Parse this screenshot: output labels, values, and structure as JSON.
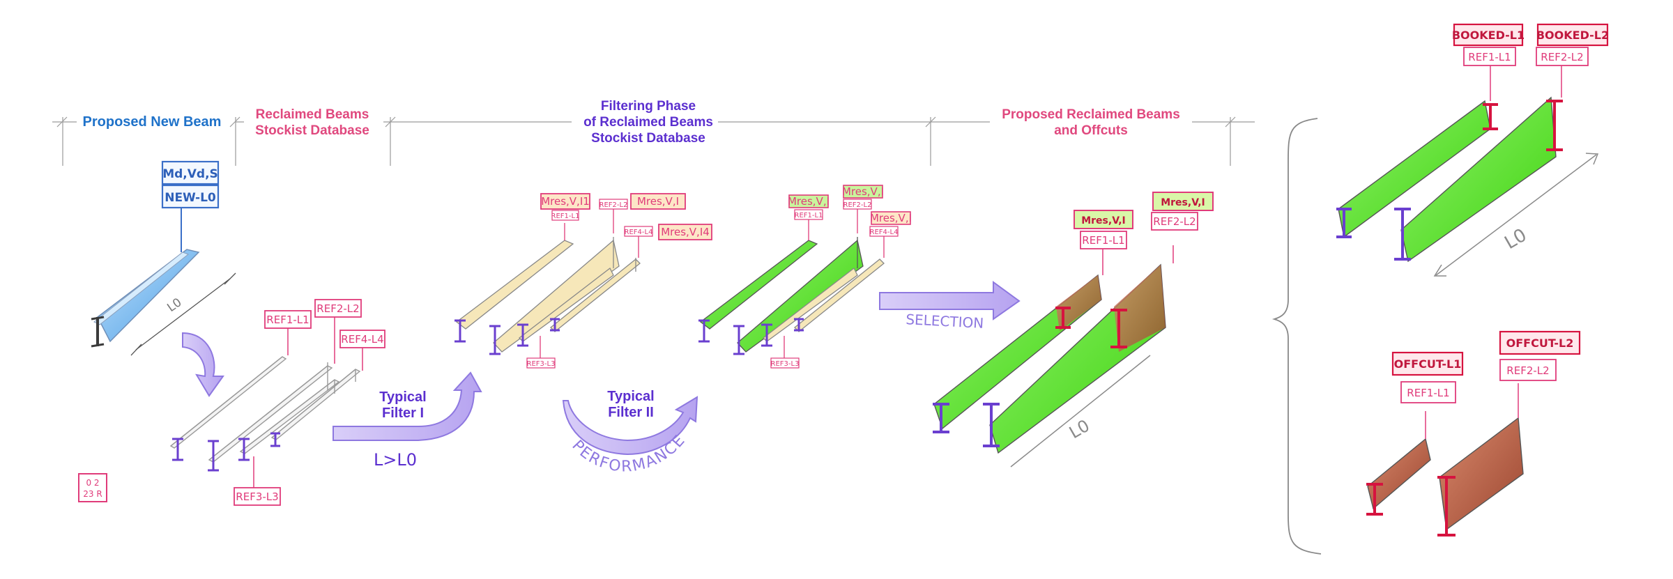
{
  "headers": {
    "proposed_new_beam": "Proposed New Beam",
    "reclaimed_db_line1": "Reclaimed Beams",
    "reclaimed_db_line2": "Stockist Database",
    "filtering_line1": "Filtering Phase",
    "filtering_line2": "of Reclaimed Beams",
    "filtering_line3": "Stockist Database",
    "proposed_reclaimed_line1": "Proposed Reclaimed Beams",
    "proposed_reclaimed_line2": "and Offcuts"
  },
  "new_beam": {
    "tag_top": "Md,Vd,S",
    "tag_bottom": "NEW-L0",
    "length_label": "L0"
  },
  "database_refs": {
    "ref1": "REF1-L1",
    "ref2": "REF2-L2",
    "ref3": "REF3-L3",
    "ref4": "REF4-L4"
  },
  "filter1": {
    "label_line1": "Typical",
    "label_line2": "Filter I",
    "condition": "L>L0"
  },
  "filter2": {
    "label_line1": "Typical",
    "label_line2": "Filter II",
    "arc_text": "PERFORMANCE"
  },
  "phase_tags": {
    "mres1": "Mres,V,I1",
    "mres": "Mres,V,I",
    "mres4": "Mres,V,I4",
    "ref1": "REF1-L1",
    "ref2": "REF2-L2",
    "ref3": "REF3-L3",
    "ref4": "REF4-L4"
  },
  "selection_label": "SELECTION",
  "proposed": {
    "tag1_top": "Mres,V,I",
    "tag1_bottom": "REF1-L1",
    "tag2_top": "Mres,V,I",
    "tag2_bottom": "REF2-L2",
    "length_label": "L0"
  },
  "booked": {
    "tag1_top": "BOOKED-L1",
    "tag1_bottom": "REF1-L1",
    "tag2_top": "BOOKED-L2",
    "tag2_bottom": "REF2-L2",
    "length_label": "L0"
  },
  "offcut": {
    "tag1_top": "OFFCUT-L1",
    "tag1_bottom": "REF1-L1",
    "tag2_top": "OFFCUT-L2",
    "tag2_bottom": "REF2-L2"
  },
  "stamp": {
    "line1": "0 2",
    "line2": "23 R"
  },
  "colors": {
    "blue": "#1f72c9",
    "pink": "#e0487e",
    "purple": "#5b2fcf",
    "green": "#4fe01a",
    "cream": "#f6e7b9",
    "brown": "#b0553a",
    "red": "#d6133f"
  }
}
